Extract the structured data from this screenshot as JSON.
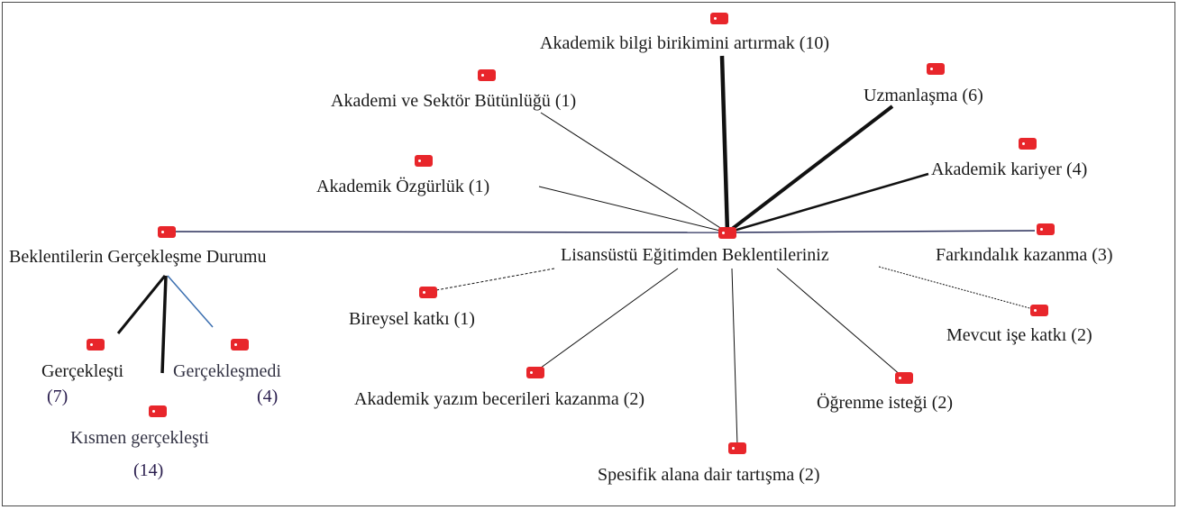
{
  "diagram": {
    "center": {
      "label": "Lisansüstü Eğitimden Beklentileriniz",
      "icon": "tag-icon"
    },
    "expectations": [
      {
        "label": "Akademik bilgi birikimini artırmak (10)",
        "count": 10
      },
      {
        "label": "Akademi ve Sektör Bütünlüğü (1)",
        "count": 1
      },
      {
        "label": "Uzmanlaşma (6)",
        "count": 6
      },
      {
        "label": "Akademik kariyer (4)",
        "count": 4
      },
      {
        "label": "Akademik Özgürlük (1)",
        "count": 1
      },
      {
        "label": "Farkındalık kazanma (3)",
        "count": 3
      },
      {
        "label": "Bireysel katkı (1)",
        "count": 1
      },
      {
        "label": "Mevcut işe katkı (2)",
        "count": 2
      },
      {
        "label": "Akademik yazım becerileri kazanma (2)",
        "count": 2
      },
      {
        "label": "Öğrenme isteği (2)",
        "count": 2
      },
      {
        "label": "Spesifik alana dair tartışma (2)",
        "count": 2
      }
    ],
    "realization": {
      "label": "Beklentilerin Gerçekleşme Durumu",
      "items": [
        {
          "label": "Gerçekleşti",
          "count_label": "(7)",
          "count": 7
        },
        {
          "label": "Gerçekleşmedi",
          "count_label": "(4)",
          "count": 4
        },
        {
          "label": "Kısmen gerçekleşti",
          "count_label": "(14)",
          "count": 14
        }
      ]
    },
    "colors": {
      "tag": "#e8262b",
      "line": "#111111",
      "blue_line": "#3b6fb0",
      "navy_line": "#2a2f5a"
    }
  }
}
